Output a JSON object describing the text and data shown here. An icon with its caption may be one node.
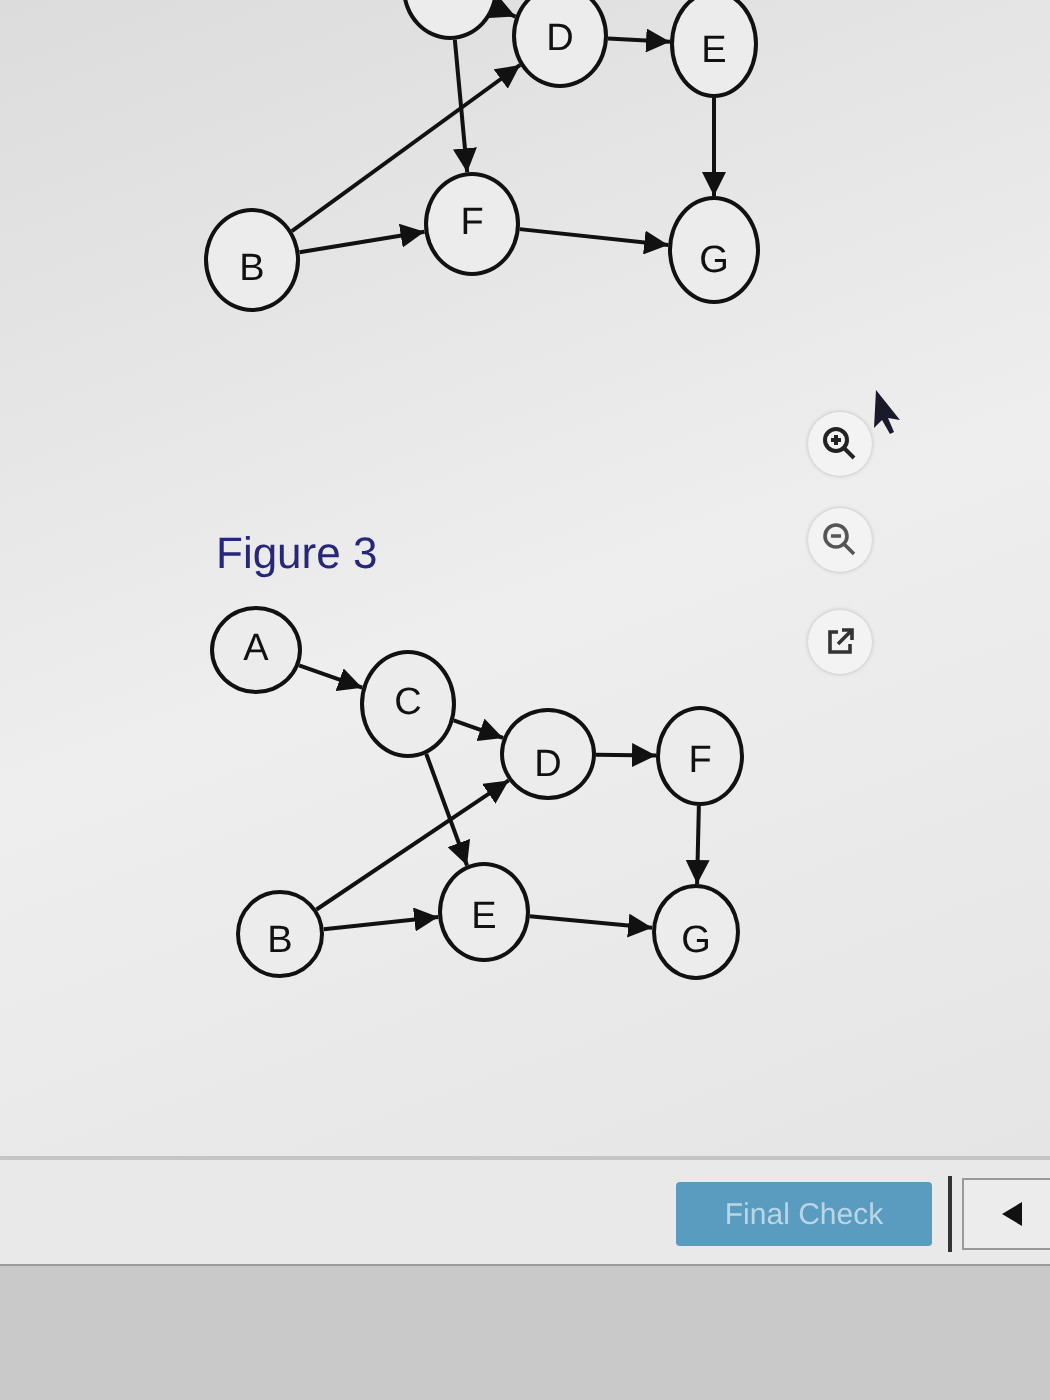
{
  "diagram": {
    "nodes": [
      {
        "text": [],
        "shape": "circle"
      },
      {
        "text": [
          "D"
        ]
      },
      {
        "text": [
          "E"
        ]
      },
      {
        "text": [
          "B"
        ]
      },
      {
        "text": [
          "F"
        ]
      },
      {
        "text": [
          "G"
        ]
      },
      {
        "text": [
          "A"
        ]
      },
      {
        "text": [
          "C"
        ]
      },
      {
        "text": [
          "D"
        ]
      },
      {
        "text": [
          "F"
        ]
      },
      {
        "text": [
          "B"
        ]
      },
      {
        "text": [
          "E"
        ]
      },
      {
        "text": [
          "G"
        ]
      }
    ],
    "edges": [
      {
        "from": 0,
        "to": 1,
        "arrow": "to"
      },
      {
        "from": 0,
        "to": 4,
        "arrow": "to"
      },
      {
        "from": 3,
        "to": 1,
        "arrow": "to"
      },
      {
        "from": 1,
        "to": 2,
        "arrow": "to"
      },
      {
        "from": 3,
        "to": 4,
        "arrow": "to"
      },
      {
        "from": 4,
        "to": 5,
        "arrow": "to"
      },
      {
        "from": 2,
        "to": 5,
        "arrow": "to"
      },
      {
        "from": 6,
        "to": 7,
        "arrow": "to"
      },
      {
        "from": 7,
        "to": 8,
        "arrow": "to"
      },
      {
        "from": 7,
        "to": 11,
        "arrow": "to"
      },
      {
        "from": 8,
        "to": 9,
        "arrow": "to"
      },
      {
        "from": 10,
        "to": 8,
        "arrow": "to"
      },
      {
        "from": 9,
        "to": 12,
        "arrow": "to"
      },
      {
        "from": 10,
        "to": 11,
        "arrow": "to"
      },
      {
        "from": 11,
        "to": 12,
        "arrow": "to"
      }
    ],
    "labels": [
      "Figure 3",
      "Final Check"
    ]
  }
}
